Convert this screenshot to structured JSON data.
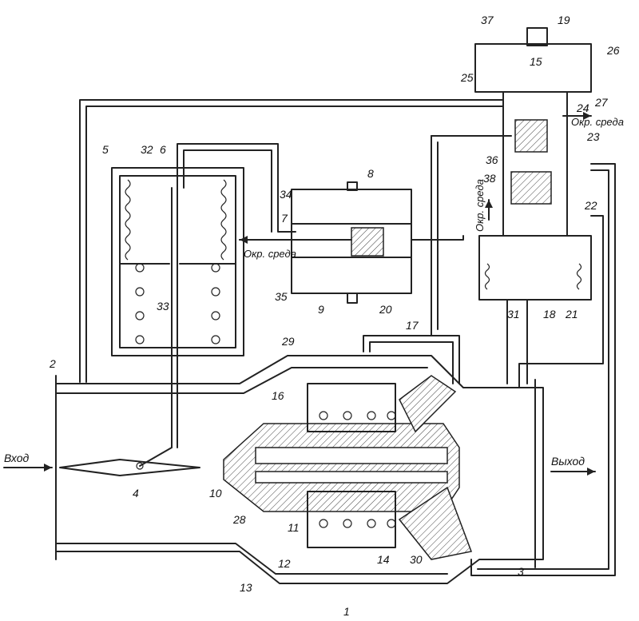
{
  "labels": {
    "inlet": "Вход",
    "outlet": "Выход",
    "env1": "Окр. среда",
    "env2": "Окр. среда",
    "env3": "Окр. среда"
  },
  "part_numbers": {
    "n1": "1",
    "n2": "2",
    "n3": "3",
    "n4": "4",
    "n5": "5",
    "n6": "6",
    "n7": "7",
    "n8": "8",
    "n9": "9",
    "n10": "10",
    "n11": "11",
    "n12": "12",
    "n13": "13",
    "n14": "14",
    "n15": "15",
    "n16": "16",
    "n17": "17",
    "n18": "18",
    "n19": "19",
    "n20": "20",
    "n21": "21",
    "n22": "22",
    "n23": "23",
    "n24": "24",
    "n25": "25",
    "n26": "26",
    "n27": "27",
    "n28": "28",
    "n29": "29",
    "n30": "30",
    "n31": "31",
    "n32": "32",
    "n33": "33",
    "n34": "34",
    "n35": "35",
    "n36": "36",
    "n37": "37",
    "n38": "38"
  }
}
